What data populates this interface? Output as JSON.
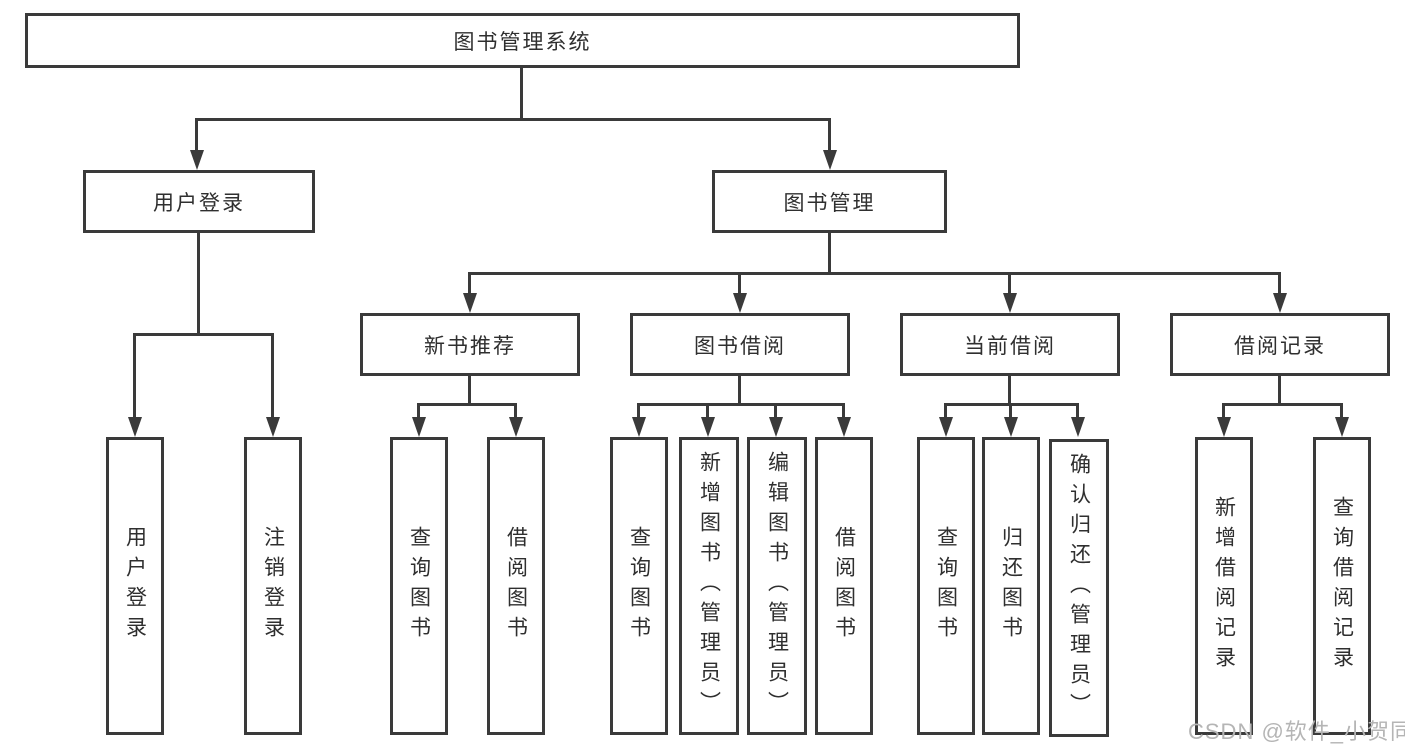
{
  "diagram": {
    "root": {
      "label": "图书管理系统"
    },
    "level2": [
      {
        "label": "用户登录"
      },
      {
        "label": "图书管理"
      }
    ],
    "level3": [
      {
        "label": "新书推荐"
      },
      {
        "label": "图书借阅"
      },
      {
        "label": "当前借阅"
      },
      {
        "label": "借阅记录"
      }
    ],
    "leaves": {
      "user_login": [
        "用户登录",
        "注销登录"
      ],
      "new_book": [
        "查询图书",
        "借阅图书"
      ],
      "book_borrow": [
        "查询图书",
        "新增图书（管理员）",
        "编辑图书（管理员）",
        "借阅图书"
      ],
      "current_borrow": [
        "查询图书",
        "归还图书",
        "确认归还（管理员）"
      ],
      "borrow_record": [
        "新增借阅记录",
        "查询借阅记录"
      ]
    },
    "watermark": "CSDN @软件_小贺同学",
    "colors": {
      "line": "#3a3a3a",
      "text": "#2f2f2f",
      "watermark": "#b5b5b5",
      "background": "#ffffff"
    }
  }
}
